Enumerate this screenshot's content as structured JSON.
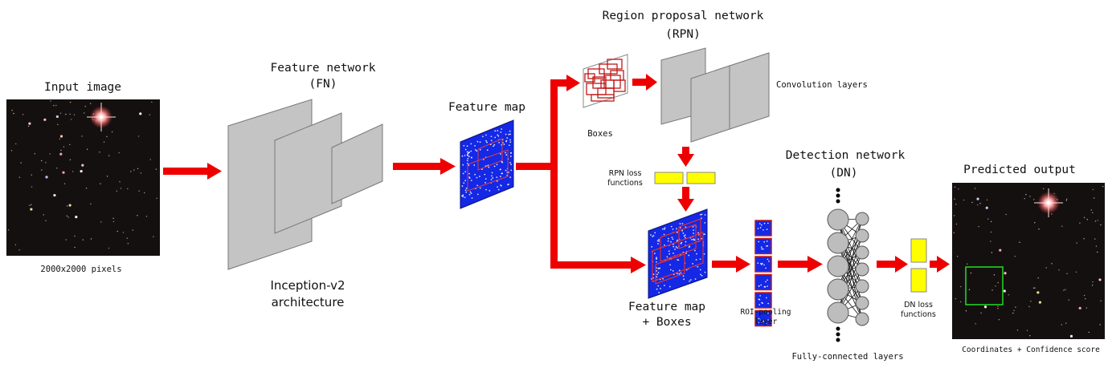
{
  "input": {
    "title": "Input image",
    "caption": "2000x2000 pixels"
  },
  "feature_network": {
    "title_line1": "Feature network",
    "title_line2": "(FN)",
    "caption_line1": "Inception-v2",
    "caption_line2": "architecture"
  },
  "feature_map": {
    "title": "Feature map"
  },
  "rpn": {
    "title_line1": "Region proposal network",
    "title_line2": "(RPN)",
    "boxes_label": "Boxes",
    "conv_label": "Convolution layers",
    "loss_line1": "RPN loss",
    "loss_line2": "functions"
  },
  "combined_map": {
    "label_line1": "Feature map",
    "label_line2": "+ Boxes"
  },
  "roi": {
    "label_line1": "ROI-pooling",
    "label_line2": "layer"
  },
  "detection": {
    "title_line1": "Detection network",
    "title_line2": "(DN)",
    "fc_label": "Fully-connected layers",
    "loss_line1": "DN loss",
    "loss_line2": "functions"
  },
  "output": {
    "title": "Predicted output",
    "caption": "Coordinates + Confidence score"
  },
  "colors": {
    "arrow": "#ee0000",
    "panel": "#c4c4c4",
    "map": "#1428e6",
    "loss": "#ffff00",
    "neuron": "#bdbdbd",
    "detect_box": "#22dd22"
  }
}
